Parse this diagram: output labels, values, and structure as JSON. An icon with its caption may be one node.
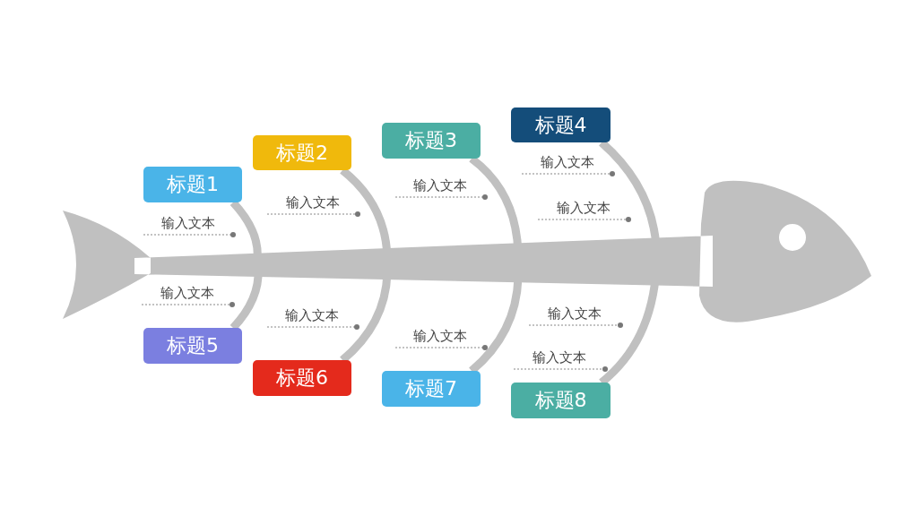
{
  "diagram": {
    "nodes": [
      {
        "text": [
          "标题1"
        ]
      },
      {
        "text": [
          "输入文本"
        ]
      },
      {
        "text": [
          "标题2"
        ]
      },
      {
        "text": [
          "输入文本"
        ]
      },
      {
        "text": [
          "标题3"
        ]
      },
      {
        "text": [
          "输入文本"
        ]
      },
      {
        "text": [
          "标题4"
        ]
      },
      {
        "text": [
          "输入文本"
        ]
      },
      {
        "text": [
          "输入文本"
        ]
      },
      {
        "text": [
          "标题5"
        ]
      },
      {
        "text": [
          "输入文本"
        ]
      },
      {
        "text": [
          "标题6"
        ]
      },
      {
        "text": [
          "输入文本"
        ]
      },
      {
        "text": [
          "标题7"
        ]
      },
      {
        "text": [
          "输入文本"
        ]
      },
      {
        "text": [
          "标题8"
        ]
      },
      {
        "text": [
          "输入文本"
        ]
      },
      {
        "text": [
          "输入文本"
        ]
      }
    ],
    "edges": [
      {
        "from": 0,
        "to": null,
        "arrow": "none",
        "style": "thick"
      },
      {
        "from": 1,
        "to": null,
        "arrow": "other",
        "style": "dashed"
      },
      {
        "from": 2,
        "to": null,
        "arrow": "none",
        "style": "thick"
      },
      {
        "from": 3,
        "to": null,
        "arrow": "other",
        "style": "dashed"
      },
      {
        "from": 4,
        "to": null,
        "arrow": "none",
        "style": "thick"
      },
      {
        "from": 5,
        "to": null,
        "arrow": "other",
        "style": "dashed"
      },
      {
        "from": 6,
        "to": null,
        "arrow": "none",
        "style": "thick"
      },
      {
        "from": 7,
        "to": null,
        "arrow": "other",
        "style": "dashed"
      },
      {
        "from": 8,
        "to": null,
        "arrow": "other",
        "style": "dashed"
      },
      {
        "from": 9,
        "to": null,
        "arrow": "none",
        "style": "thick"
      },
      {
        "from": 10,
        "to": null,
        "arrow": "other",
        "style": "dashed"
      },
      {
        "from": 11,
        "to": null,
        "arrow": "none",
        "style": "thick"
      },
      {
        "from": 12,
        "to": null,
        "arrow": "other",
        "style": "dashed"
      },
      {
        "from": 13,
        "to": null,
        "arrow": "none",
        "style": "thick"
      },
      {
        "from": 14,
        "to": null,
        "arrow": "other",
        "style": "dashed"
      },
      {
        "from": 15,
        "to": null,
        "arrow": "none",
        "style": "thick"
      },
      {
        "from": 16,
        "to": null,
        "arrow": "other",
        "style": "dashed"
      },
      {
        "from": 17,
        "to": null,
        "arrow": "other",
        "style": "dashed"
      }
    ]
  }
}
